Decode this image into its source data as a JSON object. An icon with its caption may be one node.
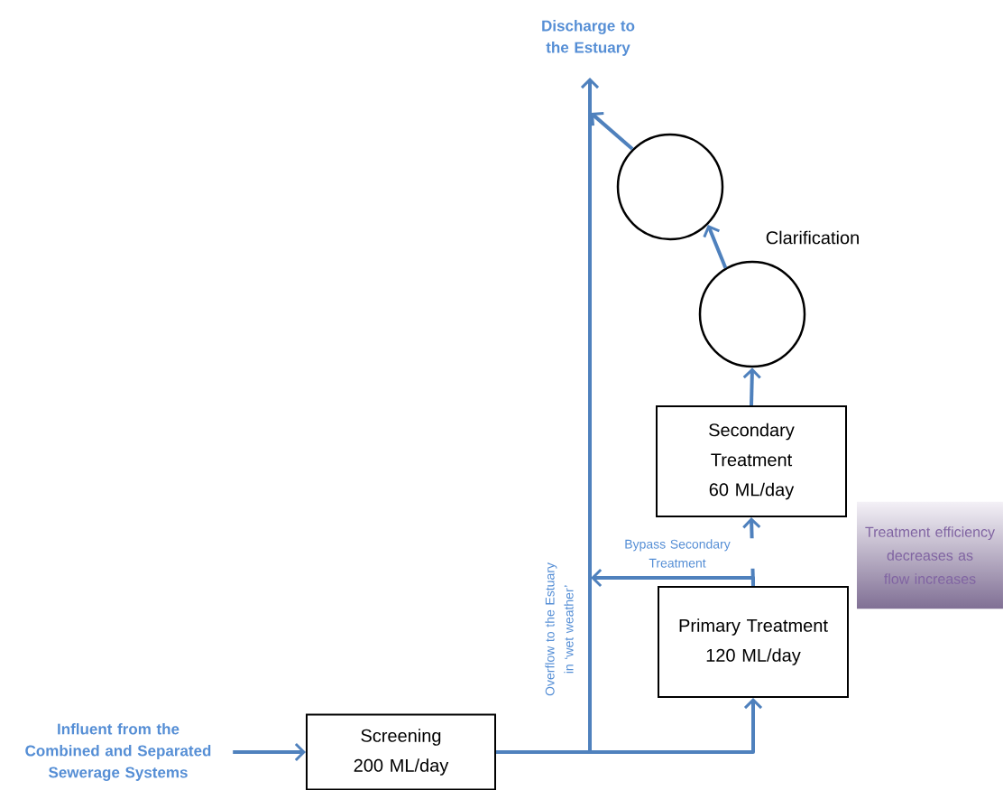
{
  "diagram": {
    "nodes": [
      {
        "text": [
          "Influent from the Combined and Separated Sewerage Systems"
        ]
      },
      {
        "text": [
          "Screening 200 ML/day"
        ]
      },
      {
        "text": [
          "Primary Treatment 120 ML/day"
        ]
      },
      {
        "text": [
          "Secondary Treatment 60 ML/day"
        ]
      },
      {
        "text": [],
        "shape": "circle"
      },
      {
        "text": [],
        "shape": "circle"
      },
      {
        "text": [
          "Discharge to the Estuary"
        ]
      },
      {
        "text": [
          "Treatment efficiency decreases as flow increases"
        ]
      }
    ],
    "edges": [
      {
        "from": 0,
        "to": 1,
        "arrow": "to"
      },
      {
        "from": 1,
        "to": 6,
        "arrow": "to",
        "label": "Overflow to the Estuary in ‘wet weather’"
      },
      {
        "from": 1,
        "to": 2,
        "arrow": "to"
      },
      {
        "from": 2,
        "to": 3,
        "arrow": "to"
      },
      {
        "from": 2,
        "to": null,
        "arrow": "to",
        "label": "Bypass Secondary Treatment"
      },
      {
        "from": 3,
        "to": 4,
        "arrow": "to"
      },
      {
        "from": 4,
        "to": 5,
        "arrow": "to",
        "label": "Clarification"
      },
      {
        "from": 5,
        "to": null,
        "arrow": "to"
      }
    ]
  }
}
